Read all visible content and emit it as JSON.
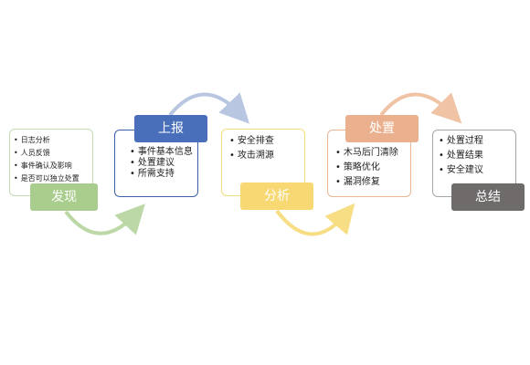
{
  "colors": {
    "step1": "#a9cd8c",
    "step2": "#4a6fba",
    "step3": "#f7d873",
    "step4": "#ebb18e",
    "step5": "#6f6b6b"
  },
  "steps": [
    {
      "label": "发现",
      "items": [
        "日志分析",
        "人员反馈",
        "事件确认及影响",
        "是否可以独立处置"
      ]
    },
    {
      "label": "上报",
      "items": [
        "事件基本信息",
        "处置建议",
        "所需支持"
      ]
    },
    {
      "label": "分析",
      "items": [
        "安全排查",
        "攻击溯源"
      ]
    },
    {
      "label": "处置",
      "items": [
        "木马后门清除",
        "策略优化",
        "漏洞修复"
      ]
    },
    {
      "label": "总结",
      "items": [
        "处置过程",
        "处置结果",
        "安全建议"
      ]
    }
  ]
}
